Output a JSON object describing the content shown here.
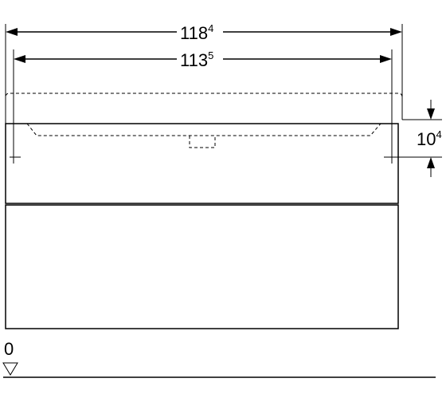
{
  "drawing": {
    "colors": {
      "line": "#000000",
      "background": "#ffffff"
    },
    "dimensions": {
      "overall_width": {
        "main": "118",
        "sup": "4"
      },
      "cabinet_width": {
        "main": "113",
        "sup": "5"
      },
      "top_height": {
        "main": "10",
        "sup": "4"
      }
    },
    "floor_label": "0",
    "icons": {
      "floor_marker": "triangle-down-icon"
    }
  }
}
